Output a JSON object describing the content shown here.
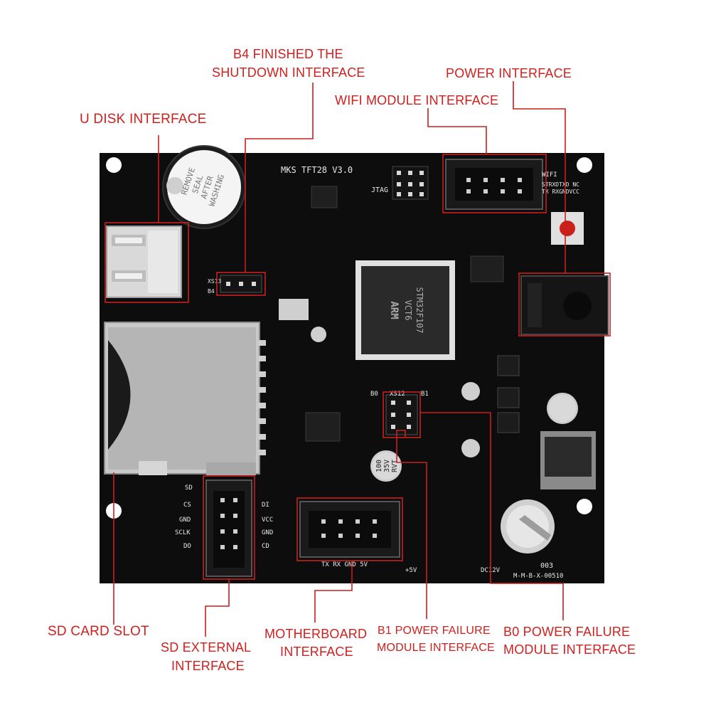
{
  "colors": {
    "callout": "#c8201e",
    "board": "#0d0d0d",
    "silkscreen": "#e8e8e8",
    "background": "#ffffff"
  },
  "callouts": {
    "b4_line1": "B4 FINISHED THE",
    "b4_line2": "SHUTDOWN INTERFACE",
    "power": "POWER INTERFACE",
    "wifi": "WIFI MODULE INTERFACE",
    "udisk": "U DISK INTERFACE",
    "sdcard": "SD CARD SLOT",
    "sdext_line1": "SD EXTERNAL",
    "sdext_line2": "INTERFACE",
    "mb_line1": "MOTHERBOARD",
    "mb_line2": "INTERFACE",
    "b1_line1": "B1 POWER FAILURE",
    "b1_line2": "MODULE INTERFACE",
    "b0_line1": "B0 POWER FAILURE",
    "b0_line2": "MODULE INTERFACE"
  },
  "board": {
    "model": "MKS TFT28 V3.0",
    "jtag": "JTAG",
    "wifi": "WIFI",
    "wifi_pins1": "STRXDTXD NC",
    "wifi_pins2": "TX RXGNDVCC",
    "buzzer_text": [
      "REMOVE",
      "SEAL",
      "AFTER",
      "WASHING"
    ],
    "chip_lines": [
      "STM32F107",
      "VCT6",
      "ARM"
    ],
    "sd_pins_left": [
      "SD",
      "CS",
      "GND",
      "SCLK",
      "DO"
    ],
    "sd_pins_right": [
      "DI",
      "VCC",
      "GND",
      "CD"
    ],
    "mb_pins": "TX  RX  GND  5V",
    "cap_text": [
      "100",
      "35V",
      "RVT"
    ],
    "serial": "M-M-B-X-00510",
    "code": "003",
    "dc12v": "DC12V",
    "plus5v": "+5V",
    "xs12": "XS12",
    "b0": "B0",
    "b1": "B1",
    "xs13": "XS13",
    "b4": "B4"
  }
}
